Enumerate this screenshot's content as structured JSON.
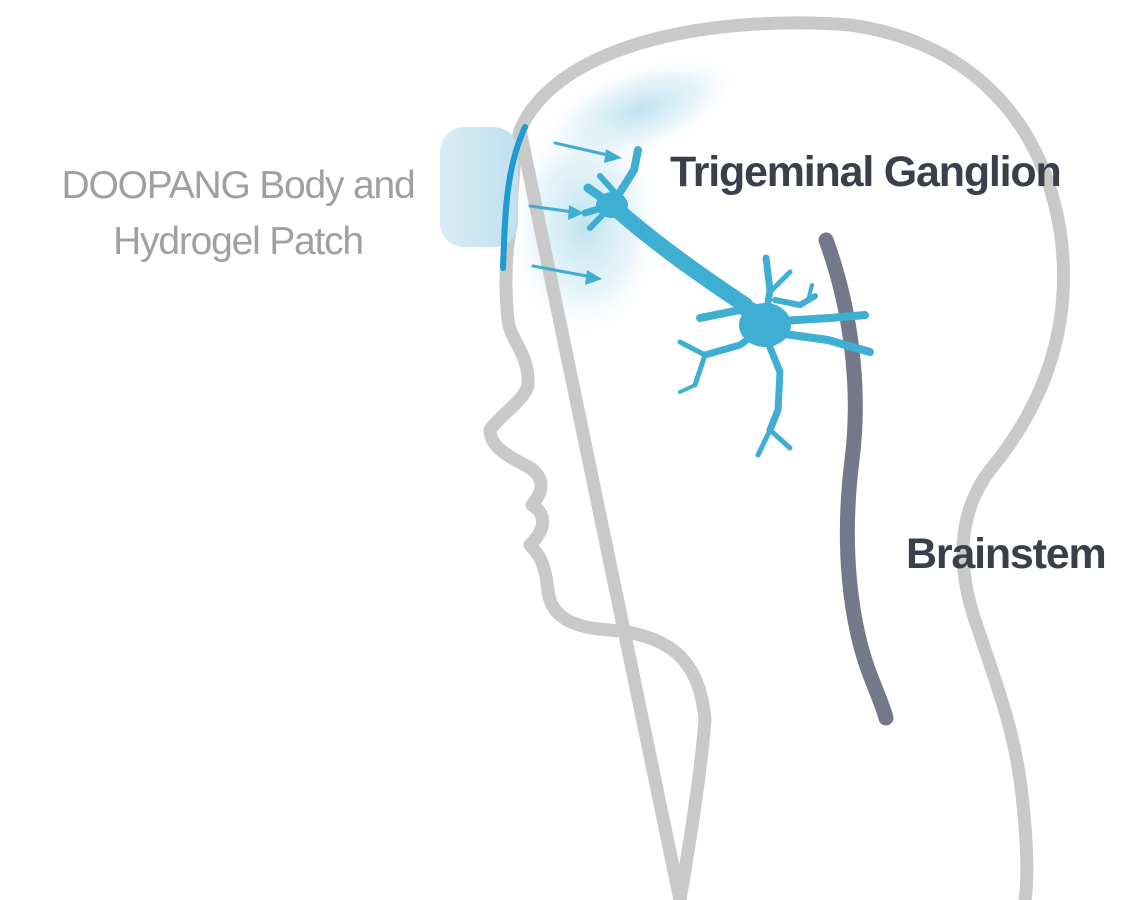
{
  "labels": {
    "device_line1": "DOOPANG Body and",
    "device_line2": "Hydrogel Patch",
    "ganglion": "Trigeminal Ganglion",
    "brainstem": "Brainstem"
  },
  "colors": {
    "head_outline": "#c9c9c9",
    "neuron": "#3eaed2",
    "brainstem": "#75778b",
    "patch_body": "#cfe7f3",
    "patch_edge": "#1e9bd0",
    "glow": "#a9d8ea",
    "device_label": "#a0a0a0",
    "structure_label": "#3a3f4a"
  },
  "icons": {
    "patch": "hydrogel-patch-icon",
    "arrows": "arrow-right-icon",
    "neuron": "neuron-icon"
  }
}
